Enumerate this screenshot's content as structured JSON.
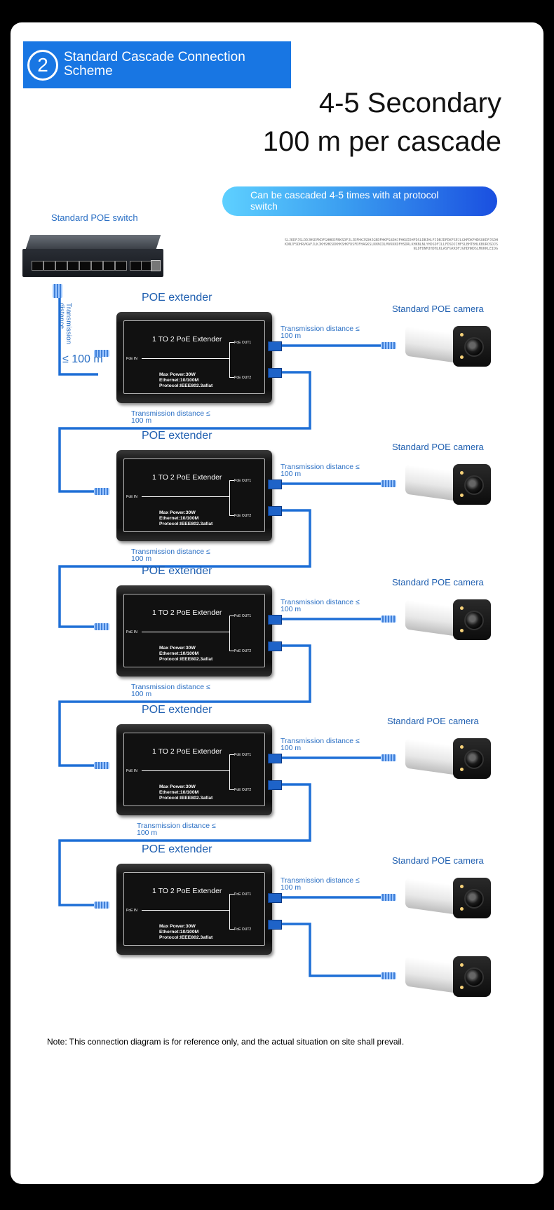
{
  "banner": {
    "number": "2",
    "title": "Standard Cascade Connection Scheme"
  },
  "headline": {
    "line1": "4-5 Secondary",
    "line2": "100 m per cascade"
  },
  "pill_text": "Can be cascaded 4-5 times with at protocol switch",
  "fine_text": "SLJKDFJSLDDJHSDFKDFGHHKDFBKSDFJLJDFHKJSDHJGBDFHKFSADHJFHKUIDHFDSLDBJHLFJDBJDFDKFSEJLGHFDKFHDSUKDFJSDHKDNJFSDHRVKAFJLKJKHSHKSDKHKSHKFDSFDFHAGKSLKKNCDLMVKKKDFHSDRLKHKNLNLYHDSDFILLFDSDJIHFSLBHTBHLKBUROSDJSNLDFDNMJHDHLKLASFGKKDFJGHDHWDSLMUKKLEIDG",
  "switch_label": "Standard POE switch",
  "vertical_distance": "Transmission distance",
  "le_100m": "≤ 100 m",
  "extenders": [
    {
      "title": "POE extender",
      "label": "1 TO 2 PoE Extender",
      "poe_in": "PoE IN",
      "out1": "PoE OUT1",
      "out2": "PoE OUT2",
      "spec1": "Max Power:30W",
      "spec2": "Ethernet:10/100M",
      "spec3": "Protocol:IEEE802.3af/at"
    },
    {
      "title": "POE extender",
      "label": "1 TO 2 PoE Extender",
      "poe_in": "PoE IN",
      "out1": "PoE OUT1",
      "out2": "PoE OUT2",
      "spec1": "Max Power:30W",
      "spec2": "Ethernet:10/100M",
      "spec3": "Protocol:IEEE802.3af/at"
    },
    {
      "title": "POE extender",
      "label": "1 TO 2 PoE Extender",
      "poe_in": "PoE IN",
      "out1": "PoE OUT1",
      "out2": "PoE OUT2",
      "spec1": "Max Power:30W",
      "spec2": "Ethernet:10/100M",
      "spec3": "Protocol:IEEE802.3af/at"
    },
    {
      "title": "POE extender",
      "label": "1 TO 2 PoE Extender",
      "poe_in": "PoE IN",
      "out1": "PoE OUT1",
      "out2": "PoE OUT2",
      "spec1": "Max Power:30W",
      "spec2": "Ethernet:10/100M",
      "spec3": "Protocol:IEEE802.3af/at"
    },
    {
      "title": "POE extender",
      "label": "1 TO 2 PoE Extender",
      "poe_in": "PoE IN",
      "out1": "PoE OUT1",
      "out2": "PoE OUT2",
      "spec1": "Max Power:30W",
      "spec2": "Ethernet:10/100M",
      "spec3": "Protocol:IEEE802.3af/at"
    }
  ],
  "camera_labels": [
    "Standard POE camera",
    "Standard POE camera",
    "Standard POE camera",
    "Standard POE camera",
    "Standard POE camera"
  ],
  "camera_link_distances": [
    "Transmission distance ≤ 100 m",
    "Transmission distance ≤ 100 m",
    "Transmission distance ≤ 100 m",
    "Transmission distance ≤ 100 m",
    "Transmission distance ≤ 100 m"
  ],
  "cascade_distances": [
    "Transmission distance ≤ 100 m",
    "Transmission distance ≤ 100 m",
    "Transmission distance ≤ 100 m",
    "Transmission distance ≤ 100 m"
  ],
  "note": "Note: This connection diagram is for reference only, and the actual situation on site shall prevail.",
  "colors": {
    "accent": "#1876e3",
    "cable": "#1e6fd6",
    "label": "#1f5fb0"
  }
}
